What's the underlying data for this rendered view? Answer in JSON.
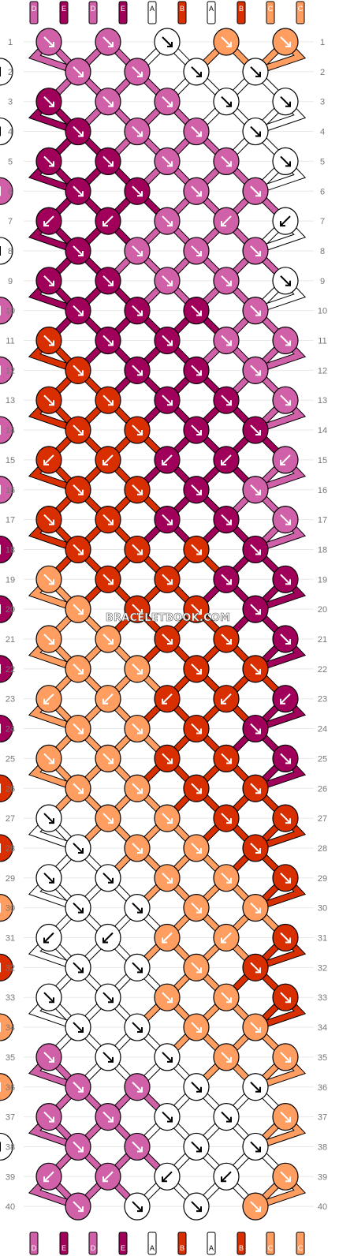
{
  "watermark": "BRACELETBOOK.COM",
  "strand_top_labels": [
    "D",
    "E",
    "D",
    "E",
    "A",
    "B",
    "A",
    "B",
    "C",
    "C"
  ],
  "strand_bottom_labels": [
    "D",
    "E",
    "D",
    "E",
    "A",
    "B",
    "A",
    "B",
    "C",
    "C"
  ],
  "colors": {
    "A": "#ffffff",
    "B": "#d92e00",
    "C": "#ff9e60",
    "D": "#d060a8",
    "E": "#a0005a"
  },
  "row_labels": [
    "1",
    "2",
    "3",
    "4",
    "5",
    "6",
    "7",
    "8",
    "9",
    "10",
    "11",
    "12",
    "13",
    "14",
    "15",
    "16",
    "17",
    "18",
    "19",
    "20",
    "21",
    "22",
    "23",
    "24",
    "25",
    "26",
    "27",
    "28",
    "29",
    "30",
    "31",
    "32",
    "33",
    "34",
    "35",
    "36",
    "37",
    "38",
    "39",
    "40"
  ],
  "knot_rows": [
    "DDACC",
    "DDAAA",
    "EDDAA",
    "EDDAA",
    "EEDDA",
    "EEDDD",
    "EEDDA",
    "EDDDA",
    "EEDDA",
    "EEEDD",
    "BEEDD",
    "BEEDD",
    "BBEED",
    "BBEED",
    "BBEED",
    "BBEDD",
    "BBEED",
    "BBBEE",
    "CBBEE",
    "CBBEE",
    "CCBBE",
    "CCBBE",
    "CCBBE",
    "CCBEE",
    "CCBBE",
    "CCBBB",
    "ACCBB",
    "ACCBB",
    "AACCB",
    "AACCC",
    "AACCB",
    "AACBB",
    "AACCB",
    "AACCC",
    "DAACC",
    "DDAAC",
    "DDAAC",
    "DDAAA",
    "DDAAC",
    "DAAC"
  ],
  "knot_arrows": [
    "RRRRR",
    "RRRRR",
    "RRRRR",
    "RRRRR",
    "RRRRR",
    "RRRRR",
    "LLRLL",
    "RRRRR",
    "RRRRR",
    "RRRRR",
    "RRRRR",
    "RRRRR",
    "RRRRR",
    "RRRRR",
    "LLLLL",
    "RRRRR",
    "RRRRR",
    "RRRRR",
    "RRRRR",
    "RRRRR",
    "RRRRR",
    "RRRRR",
    "LLLLL",
    "RRRRR",
    "RRRRR",
    "RRRRR",
    "RRRRR",
    "RRRRR",
    "RRRRR",
    "RRRRR",
    "LLLLR",
    "RRRRR",
    "RRRRR",
    "RRRRR",
    "RRRRR",
    "RRRRR",
    "RRRRR",
    "RRRRR",
    "LLLLR",
    "RRRR"
  ]
}
